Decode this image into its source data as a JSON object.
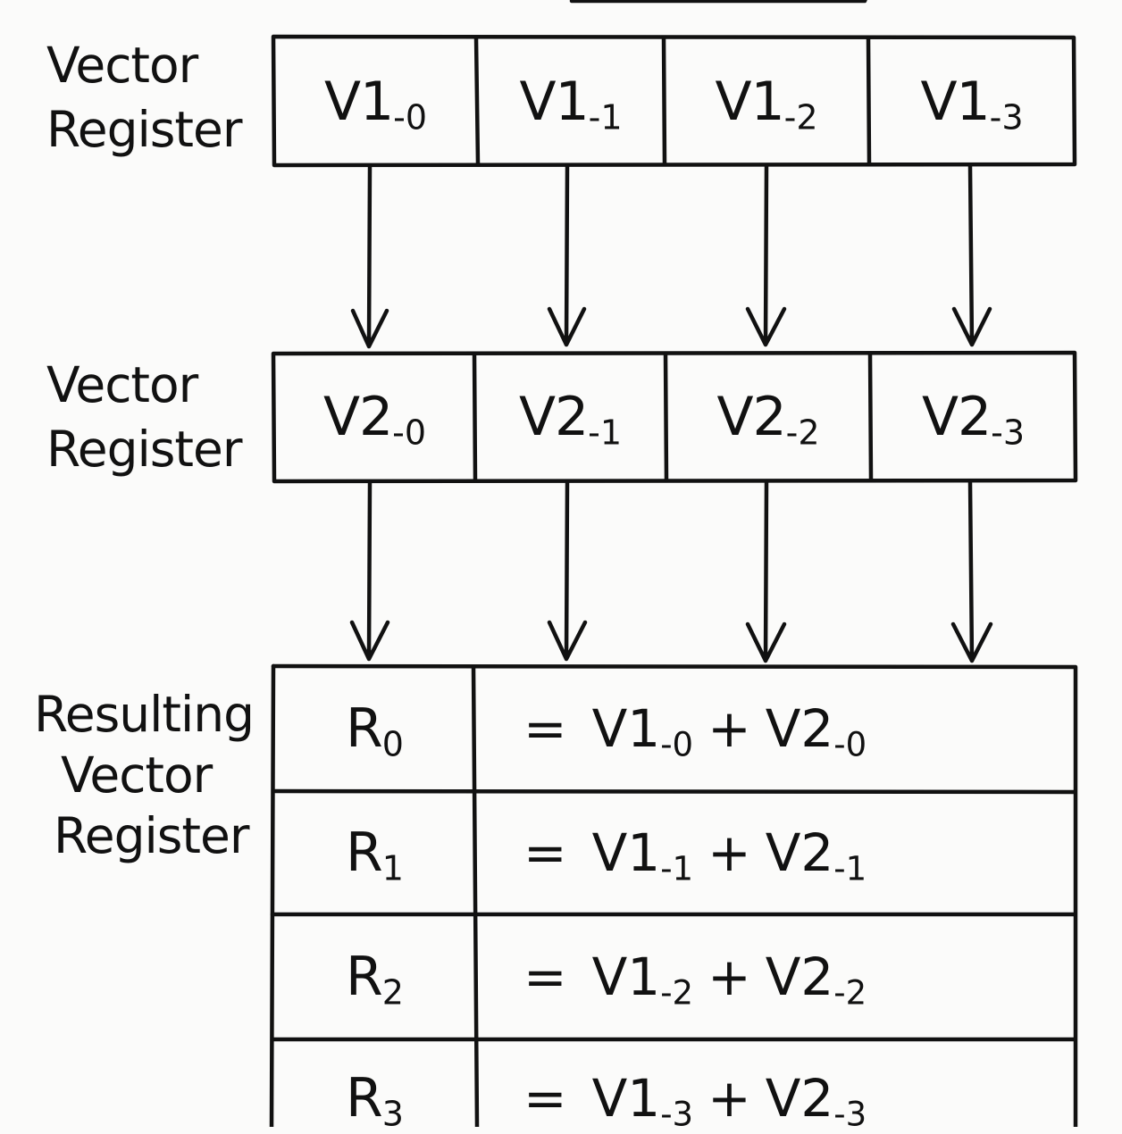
{
  "labels": {
    "v1_register": [
      "Vector",
      "Register"
    ],
    "v2_register": [
      "Vector",
      "Register"
    ],
    "result_register": [
      "Resulting",
      "Vector",
      "Register"
    ]
  },
  "v1": [
    {
      "base": "V1",
      "sub": "-0"
    },
    {
      "base": "V1",
      "sub": "-1"
    },
    {
      "base": "V1",
      "sub": "-2"
    },
    {
      "base": "V1",
      "sub": "-3"
    }
  ],
  "v2": [
    {
      "base": "V2",
      "sub": "-0"
    },
    {
      "base": "V2",
      "sub": "-1"
    },
    {
      "base": "V2",
      "sub": "-2"
    },
    {
      "base": "V2",
      "sub": "-3"
    }
  ],
  "results": [
    {
      "r_base": "R",
      "r_sub": "0",
      "eq": "=",
      "a_base": "V1",
      "a_sub": "-0",
      "op": "+",
      "b_base": "V2",
      "b_sub": "-0"
    },
    {
      "r_base": "R",
      "r_sub": "1",
      "eq": "=",
      "a_base": "V1",
      "a_sub": "-1",
      "op": "+",
      "b_base": "V2",
      "b_sub": "-1"
    },
    {
      "r_base": "R",
      "r_sub": "2",
      "eq": "=",
      "a_base": "V1",
      "a_sub": "-2",
      "op": "+",
      "b_base": "V2",
      "b_sub": "-2"
    },
    {
      "r_base": "R",
      "r_sub": "3",
      "eq": "=",
      "a_base": "V1",
      "a_sub": "-3",
      "op": "+",
      "b_base": "V2",
      "b_sub": "-3"
    }
  ]
}
